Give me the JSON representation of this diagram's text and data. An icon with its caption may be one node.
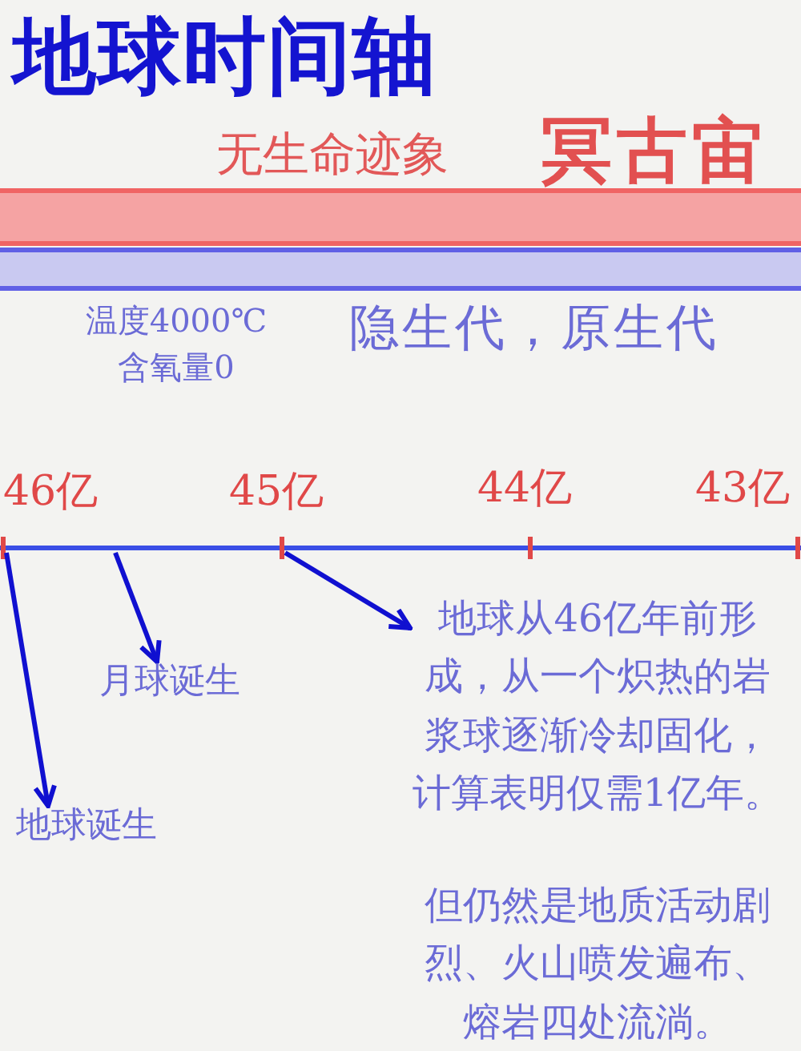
{
  "diagram": {
    "title": "地球时间轴",
    "nodes": [
      {
        "text": [],
        "shape": "bar"
      },
      {
        "text": [],
        "shape": "bar"
      },
      {
        "text": [
          "地球诞生"
        ]
      },
      {
        "text": [
          "月球诞生"
        ]
      },
      {
        "text": [
          "地球从46亿年前形成，从一个炽热的岩浆球逐渐冷却固化，计算表明仅需1亿年。",
          "但仍然是地质活动剧烈、火山喷发遍布、熔岩四处流淌。"
        ]
      }
    ],
    "edges": [
      {
        "from": null,
        "to": 2,
        "arrow": "to"
      },
      {
        "from": null,
        "to": 3,
        "arrow": "to"
      },
      {
        "from": null,
        "to": 4,
        "arrow": "to"
      }
    ],
    "labels": [
      "无生命迹象",
      "冥古宙",
      "温度4000℃ 含氧量0",
      "隐生代，原生代",
      "46亿",
      "45亿",
      "44亿",
      "43亿"
    ]
  }
}
